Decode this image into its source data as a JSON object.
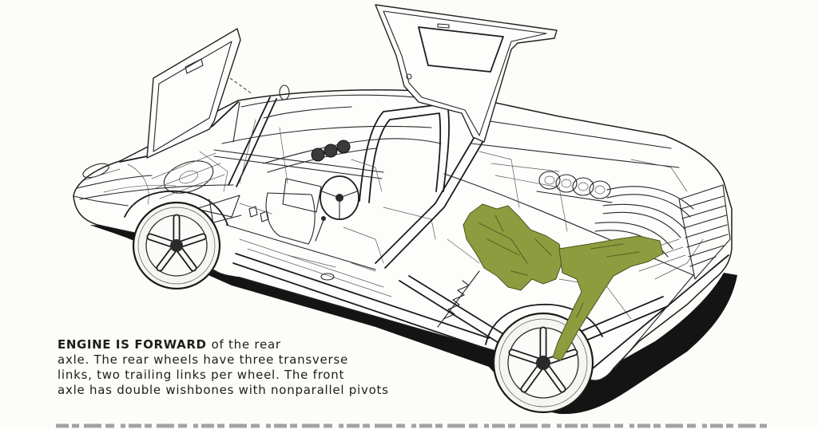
{
  "caption": {
    "lead": "ENGINE IS FORWARD",
    "lead_rest": "of the rear",
    "lines": [
      "axle. The rear wheels have three transverse",
      "links, two trailing links per wheel. The front",
      "axle has double wishbones with nonparallel pivots"
    ]
  },
  "colors": {
    "paper": "#fcfcf9",
    "ink": "#262626",
    "engine_green": "#8e9c40",
    "shadow": "#141414"
  }
}
